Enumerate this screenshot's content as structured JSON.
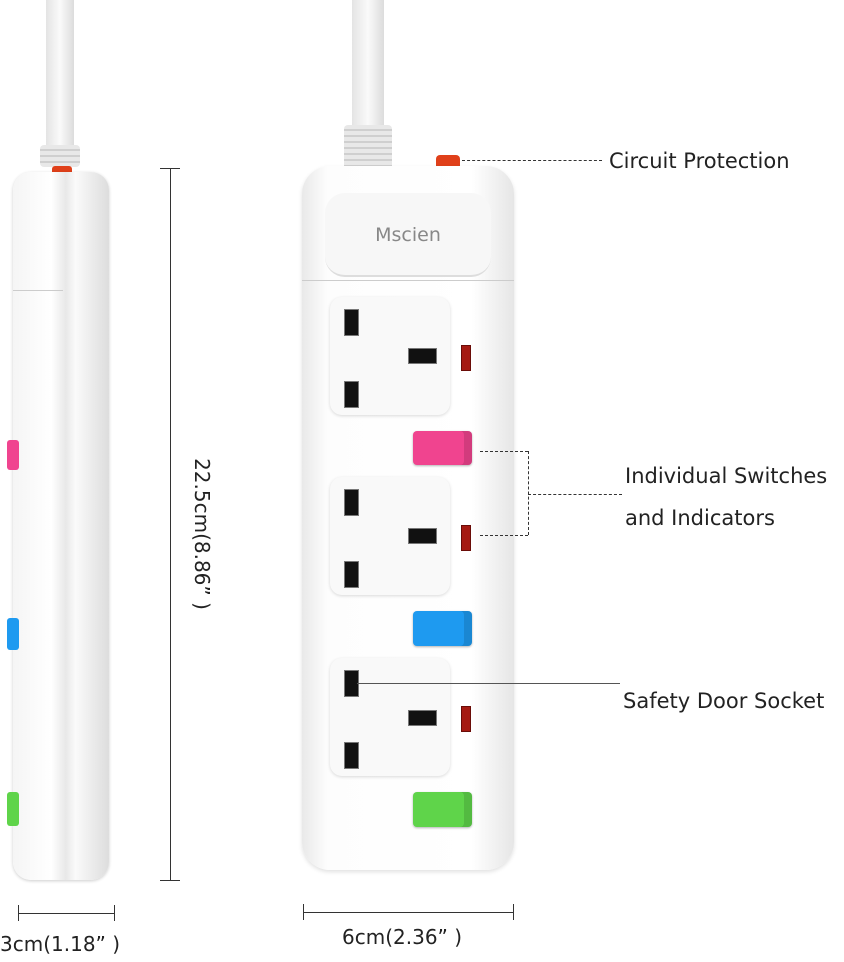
{
  "brand": "Mscien",
  "labels": {
    "circuit_protection": "Circuit Protection",
    "switches_line1": "Individual Switches",
    "switches_line2": "and Indicators",
    "safety_door": "Safety Door Socket"
  },
  "dimensions": {
    "height": "22.5cm(8.86” )",
    "depth": "3cm(1.18” )",
    "width": "6cm(2.36” )"
  },
  "colors": {
    "switch_1": "#f0448f",
    "switch_2": "#1e9af0",
    "switch_3": "#5fd44a",
    "indicator": "#a51a12",
    "circuit_button": "#e0401a"
  }
}
